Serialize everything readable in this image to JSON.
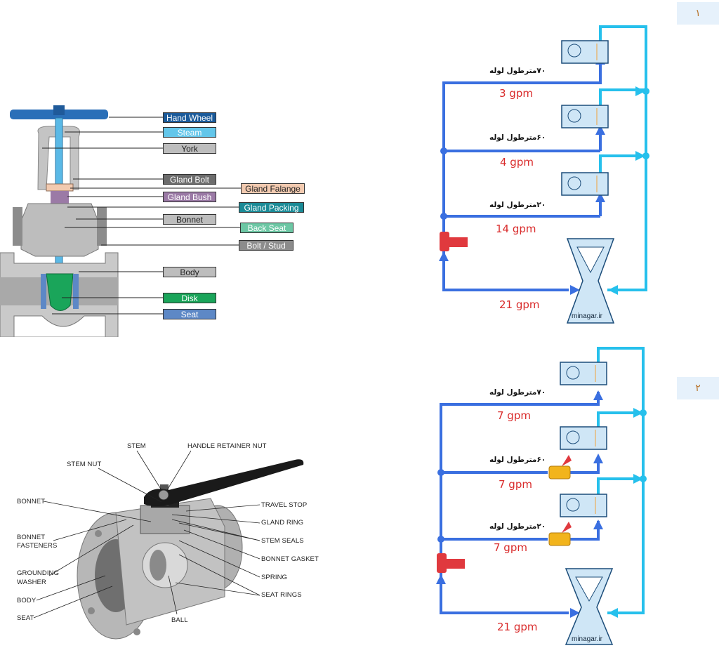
{
  "gate_valve": {
    "labels": {
      "hand_wheel": "Hand Wheel",
      "steam": "Steam",
      "york": "York",
      "gland_bolt": "Gland Bolt",
      "gland_falange": "Gland Falange",
      "gland_bush": "Gland Bush",
      "gland_packing": "Gland Packing",
      "bonnet": "Bonnet",
      "back_seat": "Back Seat",
      "bolt_stud": "Bolt / Stud",
      "body": "Body",
      "disk": "Disk",
      "seat": "Seat"
    },
    "colors": {
      "hand_wheel": "#1a5a9a",
      "steam": "#63c6ea",
      "york": "#bdbdbd",
      "gland_bolt": "#6c6c6c",
      "gland_falange": "#f2cab0",
      "gland_bush": "#9b7aa6",
      "gland_packing": "#1a8a96",
      "bonnet": "#bdbdbd",
      "back_seat": "#6cc7a4",
      "bolt_stud": "#8c8c8c",
      "body": "#bdbdbd",
      "disk": "#1aa55a",
      "seat": "#5d88c6"
    }
  },
  "ball_valve": {
    "labels": {
      "stem": "STEM",
      "handle_retainer_nut": "HANDLE RETAINER NUT",
      "stem_nut": "STEM NUT",
      "bonnet": "BONNET",
      "bonnet_fasteners_1": "BONNET",
      "bonnet_fasteners_2": "FASTENERS",
      "grounding_washer_1": "GROUNDING",
      "grounding_washer_2": "WASHER",
      "body": "BODY",
      "seat": "SEAT",
      "ball": "BALL",
      "travel_stop": "TRAVEL STOP",
      "gland_ring": "GLAND RING",
      "stem_seals": "STEM SEALS",
      "bonnet_gasket": "BONNET GASKET",
      "spring": "SPRING",
      "seat_rings": "SEAT RINGS"
    }
  },
  "system_1": {
    "number": "۱",
    "pipes": [
      "۷۰مترطول لوله",
      "۶۰مترطول لوله",
      "۲۰مترطول لوله"
    ],
    "flows": [
      "3 gpm",
      "4 gpm",
      "14 gpm",
      "21 gpm"
    ],
    "brand": "minagar.ir",
    "unit_brand": "minagar.ir"
  },
  "system_2": {
    "number": "۲",
    "pipes": [
      "۷۰مترطول لوله",
      "۶۰مترطول لوله",
      "۲۰مترطول لوله"
    ],
    "flows": [
      "7 gpm",
      "7 gpm",
      "7 gpm",
      "21 gpm"
    ],
    "brand": "minagar.ir",
    "unit_brand": "minagar.ir"
  },
  "colors": {
    "supply_pipe": "#3a6fe0",
    "return_pipe": "#26c0ec",
    "flow_text": "#d92b2b",
    "pump": "#e0393e",
    "balancing_valve": "#f2b41c",
    "unit_fill": "#cfe6f6"
  }
}
